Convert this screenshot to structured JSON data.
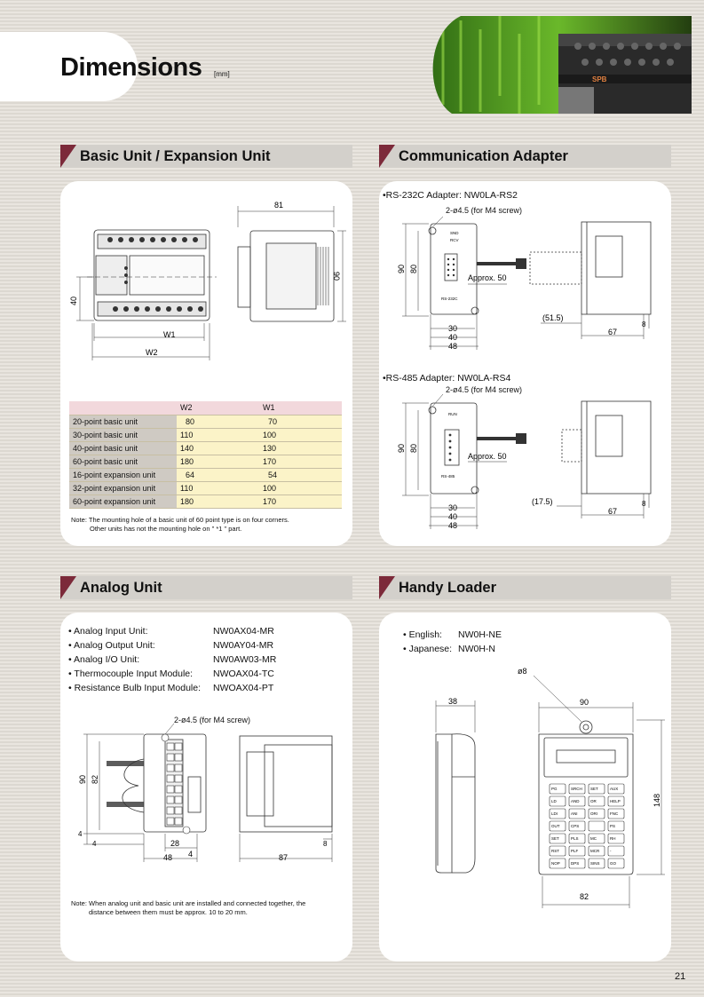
{
  "page": {
    "title": "Dimensions",
    "unit": "[mm]",
    "number": "21"
  },
  "hero": {
    "brand": "SPB"
  },
  "basic": {
    "header": "Basic Unit / Expansion Unit",
    "dims": {
      "top": "81",
      "height": "90",
      "left": "40",
      "w1": "W1",
      "w2": "W2"
    },
    "table": {
      "col_w2": "W2",
      "col_w1": "W1",
      "rows": [
        {
          "name": "20-point basic unit",
          "w2": "80",
          "w1": "70"
        },
        {
          "name": "30-point basic unit",
          "w2": "110",
          "w1": "100"
        },
        {
          "name": "40-point basic unit",
          "w2": "140",
          "w1": "130"
        },
        {
          "name": "60-point basic unit",
          "w2": "180",
          "w1": "170"
        },
        {
          "name": "16-point expansion unit",
          "w2": "64",
          "w1": "54"
        },
        {
          "name": "32-point expansion unit",
          "w2": "110",
          "w1": "100"
        },
        {
          "name": "60-point expansion unit",
          "w2": "180",
          "w1": "170"
        }
      ]
    },
    "note1": "Note: The mounting hole of a basic unit of 60 point type is on four corners.",
    "note2": "Other units has not the mounting hole on \" *1 \" part."
  },
  "comm": {
    "header": "Communication Adapter",
    "rs232": {
      "title": "•RS-232C Adapter: NW0LA-RS2",
      "hole": "2-ø4.5 (for M4 screw)",
      "h90": "90",
      "h80": "80",
      "approx": "Approx. 50",
      "w30": "30",
      "w40": "40",
      "w48": "48",
      "d1": "(51.5)",
      "d2": "67",
      "d3": "8",
      "l1": "SND",
      "l2": "RCV",
      "l3": "RS-232C"
    },
    "rs485": {
      "title": "•RS-485 Adapter: NW0LA-RS4",
      "hole": "2-ø4.5 (for M4 screw)",
      "h90": "90",
      "h80": "80",
      "approx": "Approx. 50",
      "w30": "30",
      "w40": "40",
      "w48": "48",
      "d1": "(17.5)",
      "d2": "67",
      "d3": "8",
      "l1": "RUN",
      "l2": "RS-485"
    }
  },
  "analog": {
    "header": "Analog Unit",
    "items": [
      {
        "name": "• Analog Input Unit:",
        "model": "NW0AX04-MR"
      },
      {
        "name": "• Analog Output Unit:",
        "model": "NW0AY04-MR"
      },
      {
        "name": "• Analog I/O Unit:",
        "model": "NW0AW03-MR"
      },
      {
        "name": "• Thermocouple Input Module:",
        "model": "NWOAX04-TC"
      },
      {
        "name": "• Resistance Bulb Input Module:",
        "model": "NWOAX04-PT"
      }
    ],
    "hole": "2-ø4.5 (for M4 screw)",
    "dims": {
      "h90": "90",
      "h82": "82",
      "f4a": "4",
      "f4b": "4",
      "w28": "28",
      "w4": "4",
      "w48": "48",
      "w87": "87",
      "w8": "8"
    },
    "note1": "Note: When analog unit and basic unit are installed and connected together, the",
    "note2": "distance between them must be approx. 10 to 20 mm."
  },
  "handy": {
    "header": "Handy Loader",
    "english_label": "• English:",
    "english_model": "NW0H-NE",
    "japanese_label": "• Japanese:",
    "japanese_model": "NW0H-N",
    "dims": {
      "hole": "ø8",
      "w38": "38",
      "w90": "90",
      "h148": "148",
      "w82": "82"
    },
    "keys": [
      "PG",
      "SRCH",
      "SET",
      "AUX",
      "LD",
      "AND",
      "OR",
      "HELP",
      "LDI",
      "ANI",
      "ORI",
      "FNC",
      "OUT",
      "CPS",
      "",
      "PS",
      "SET",
      "PLS",
      "MC",
      "RH",
      "RST",
      "PLF",
      "MCR",
      "-",
      "NOP",
      "DPS",
      "SINS",
      "GO"
    ]
  },
  "colors": {
    "accent": "#7c2a3a",
    "table_header": "#f2d8dc",
    "table_value": "#fbf3c8",
    "row_head": "#cfcac3"
  }
}
